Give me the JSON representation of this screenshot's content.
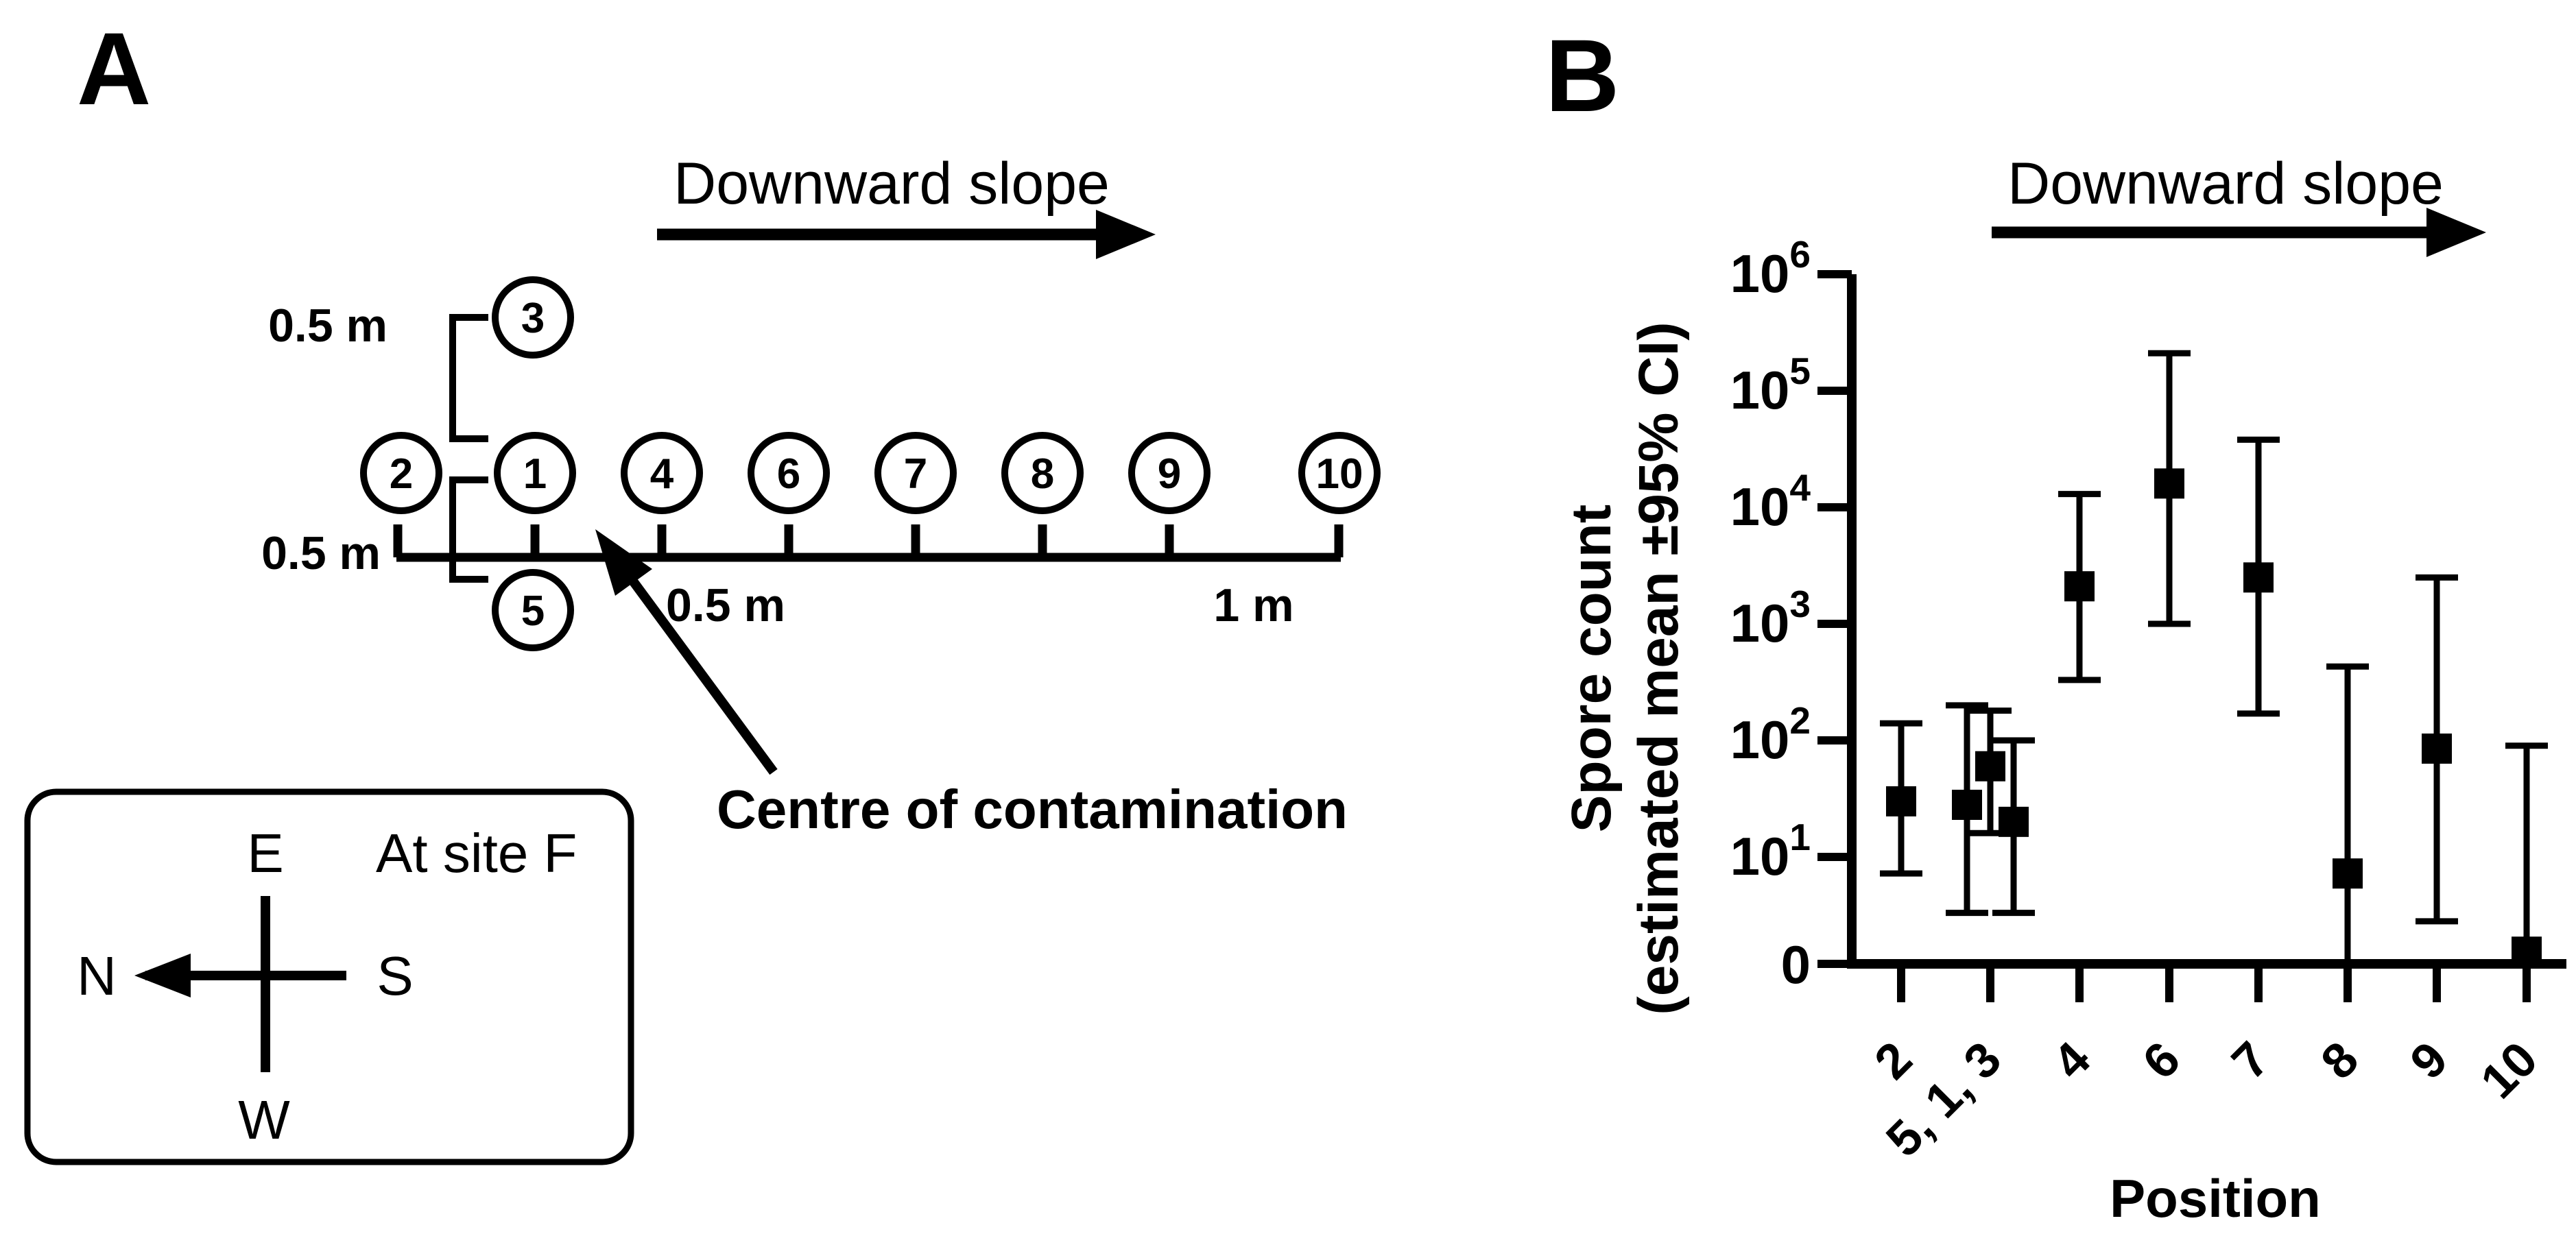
{
  "colors": {
    "foreground": "#000000",
    "background": "#ffffff"
  },
  "panel_a": {
    "label": "A",
    "slope_label": "Downward slope",
    "circles": {
      "p1": "1",
      "p2": "2",
      "p3": "3",
      "p4": "4",
      "p5": "5",
      "p6": "6",
      "p7": "7",
      "p8": "8",
      "p9": "9",
      "p10": "10"
    },
    "measurements": {
      "vertical_upper": "0.5 m",
      "vertical_lower": "0.5 m",
      "ruler_half_segment": "0.5 m",
      "ruler_last_segment": "1 m"
    },
    "centre_label": "Centre of contamination",
    "compass": {
      "top": "E",
      "left": "N",
      "right": "S",
      "bottom": "W",
      "site_note": "At site F"
    }
  },
  "panel_b": {
    "label": "B"
  },
  "chart_data": {
    "type": "scatter",
    "title": "",
    "xlabel": "Position",
    "ylabel": "Spore count (estimated mean ±95% CI)",
    "ylabel_lines": [
      "Spore count",
      "(estimated mean ±95% CI)"
    ],
    "annotation": "Downward slope",
    "legend": "none",
    "grid": "off",
    "y_axis": {
      "scale": "log",
      "ylim": [
        0,
        1000000
      ],
      "zero_label": "0",
      "ticks": [
        {
          "base": "10",
          "exp": "6"
        },
        {
          "base": "10",
          "exp": "5"
        },
        {
          "base": "10",
          "exp": "4"
        },
        {
          "base": "10",
          "exp": "3"
        },
        {
          "base": "10",
          "exp": "2"
        },
        {
          "base": "10",
          "exp": "1"
        }
      ]
    },
    "categories": [
      "2",
      "5, 1, 3",
      "4",
      "6",
      "7",
      "8",
      "9",
      "10"
    ],
    "points": [
      {
        "category": "2",
        "position": "2",
        "offset": 0,
        "mean": 30,
        "ci_low": 7,
        "ci_high": 140
      },
      {
        "category": "5, 1, 3",
        "position": "5",
        "offset": -1,
        "mean": 28,
        "ci_low": 3,
        "ci_high": 200
      },
      {
        "category": "5, 1, 3",
        "position": "1",
        "offset": 0,
        "mean": 60,
        "ci_low": 16,
        "ci_high": 180
      },
      {
        "category": "5, 1, 3",
        "position": "3",
        "offset": 1,
        "mean": 20,
        "ci_low": 3,
        "ci_high": 100
      },
      {
        "category": "4",
        "position": "4",
        "offset": 0,
        "mean": 2100,
        "ci_low": 330,
        "ci_high": 13000
      },
      {
        "category": "6",
        "position": "6",
        "offset": 0,
        "mean": 16000,
        "ci_low": 1000,
        "ci_high": 210000
      },
      {
        "category": "7",
        "position": "7",
        "offset": 0,
        "mean": 2500,
        "ci_low": 170,
        "ci_high": 38000
      },
      {
        "category": "8",
        "position": "8",
        "offset": 0,
        "mean": 7,
        "ci_low": 0,
        "ci_high": 430
      },
      {
        "category": "9",
        "position": "9",
        "offset": 0,
        "mean": 85,
        "ci_low": 2.5,
        "ci_high": 2500
      },
      {
        "category": "10",
        "position": "10",
        "offset": 0,
        "mean": 1.3,
        "ci_low": 0,
        "ci_high": 90
      }
    ]
  }
}
